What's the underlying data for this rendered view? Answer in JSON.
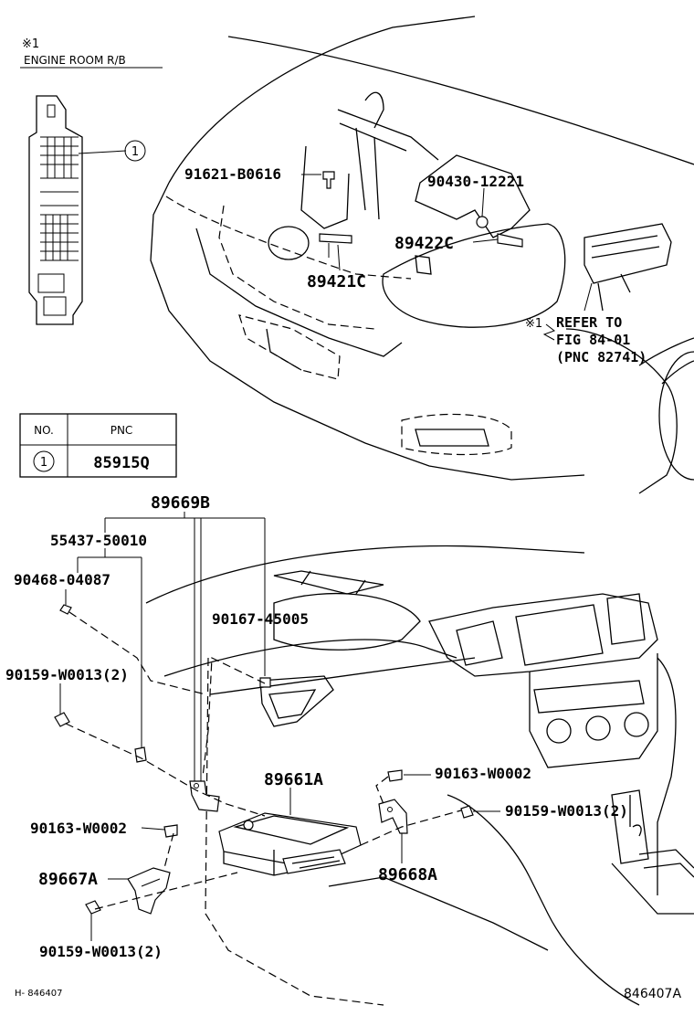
{
  "header": {
    "note_mark": "※1",
    "note_title": "ENGINE ROOM R/B"
  },
  "legend": {
    "col_no": "NO.",
    "col_pnc": "PNC",
    "rows": [
      {
        "no": "1",
        "pnc": "85915Q"
      }
    ]
  },
  "fuse_box": {
    "callout": "1"
  },
  "parts": {
    "p91621": "91621-B0616",
    "p90430": "90430-12221",
    "p89422": "89422C",
    "p89421": "89421C",
    "refer_mark": "※1",
    "refer_line1": "REFER TO",
    "refer_line2": "FIG  84-01",
    "refer_line3": "(PNC 82741)",
    "p89669": "89669B",
    "p55437": "55437-50010",
    "p90468": "90468-04087",
    "p90167": "90167-45005",
    "p90159_a": "90159-W0013(2)",
    "p89661": "89661A",
    "p90163_a": "90163-W0002",
    "p90159_b": "90159-W0013(2)",
    "p90163_b": "90163-W0002",
    "p89667": "89667A",
    "p89668": "89668A",
    "p90159_c": "90159-W0013(2)"
  },
  "footer": {
    "ref_left": "H- 846407",
    "ref_right": "846407A"
  }
}
